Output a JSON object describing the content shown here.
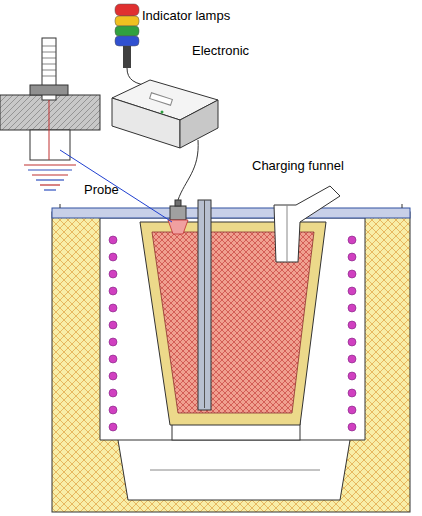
{
  "diagram": {
    "labels": [
      "Indicator lamps",
      "Electronic",
      "Charging funnel",
      "Probe"
    ]
  }
}
